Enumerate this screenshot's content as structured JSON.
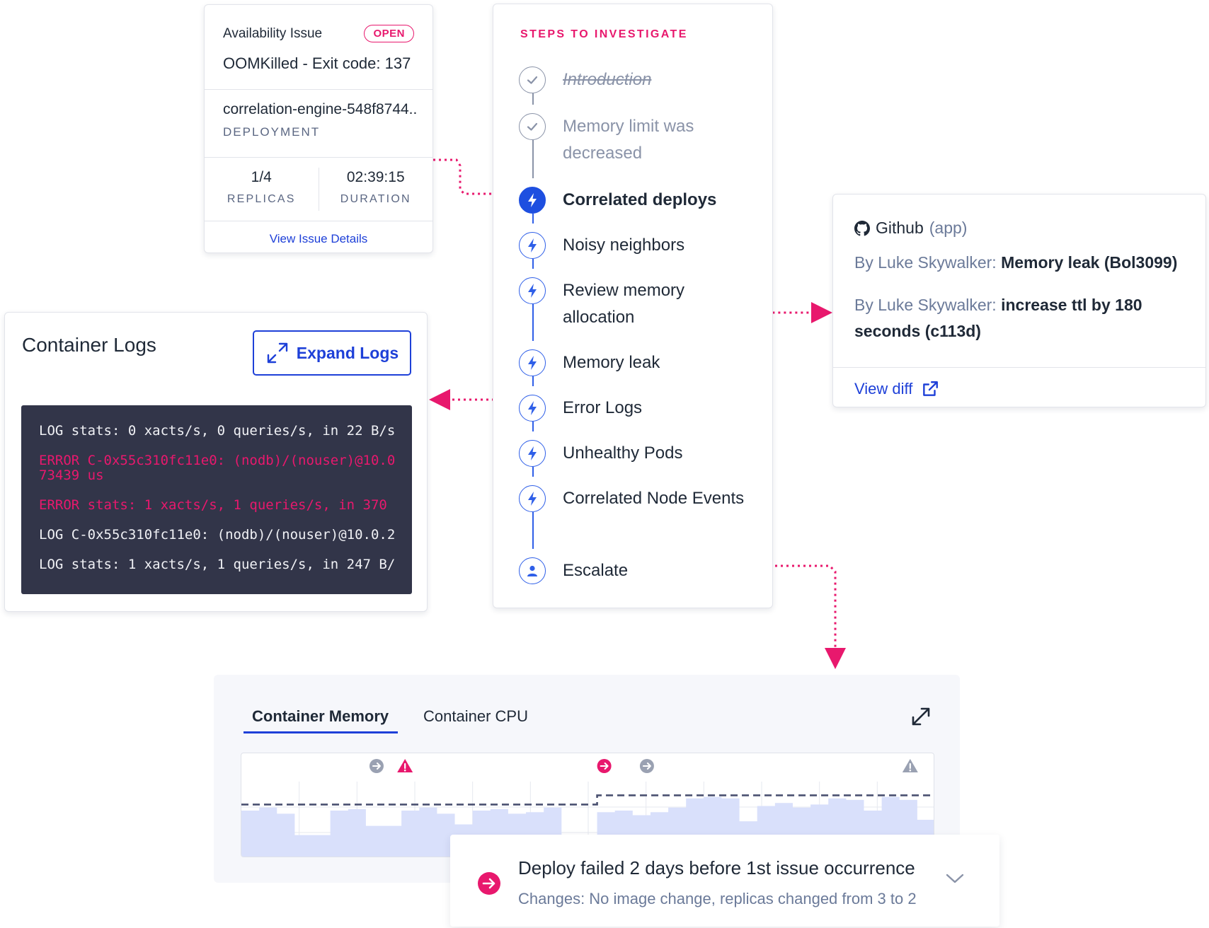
{
  "issue": {
    "category": "Availability Issue",
    "status": "OPEN",
    "reason": "OOMKilled - Exit code: 137",
    "resource_name": "correlation-engine-548f8744..",
    "resource_kind": "DEPLOYMENT",
    "replicas_value": "1/4",
    "replicas_label": "REPLICAS",
    "duration_value": "02:39:15",
    "duration_label": "DURATION",
    "details_link": "View Issue Details"
  },
  "steps": {
    "title": "STEPS TO INVESTIGATE",
    "items": [
      {
        "label": "Introduction",
        "state": "done-struck",
        "icon": "check-icon"
      },
      {
        "label": "Memory limit was decreased",
        "state": "done",
        "icon": "check-icon"
      },
      {
        "label": "Correlated deploys",
        "state": "active",
        "icon": "lightning-icon"
      },
      {
        "label": "Noisy neighbors",
        "state": "pending",
        "icon": "lightning-icon"
      },
      {
        "label": "Review memory allocation",
        "state": "pending",
        "icon": "lightning-icon"
      },
      {
        "label": "Memory leak",
        "state": "pending",
        "icon": "lightning-icon"
      },
      {
        "label": "Error Logs",
        "state": "pending",
        "icon": "lightning-icon"
      },
      {
        "label": "Unhealthy Pods",
        "state": "pending",
        "icon": "lightning-icon"
      },
      {
        "label": "Correlated Node Events",
        "state": "pending",
        "icon": "lightning-icon"
      },
      {
        "label": "Escalate",
        "state": "pending",
        "icon": "user-icon"
      }
    ]
  },
  "github": {
    "title": "Github",
    "app_tag": "(app)",
    "commits": [
      {
        "author": "By Luke Skywalker:",
        "message": "Memory leak (Bol3099)"
      },
      {
        "author": "By Luke Skywalker:",
        "message": "increase ttl by 180 seconds (c113d)"
      }
    ],
    "link": "View diff"
  },
  "logs": {
    "title": "Container Logs",
    "expand_label": "Expand Logs",
    "lines": [
      {
        "text": "LOG stats: 0 xacts/s, 0 queries/s, in 22 B/s",
        "level": "log"
      },
      {
        "text": "ERROR C-0x55c310fc11e0: (nodb)/(nouser)@10.0\n73439 us",
        "level": "error"
      },
      {
        "text": "ERROR stats: 1 xacts/s, 1 queries/s, in 370",
        "level": "error"
      },
      {
        "text": "LOG C-0x55c310fc11e0: (nodb)/(nouser)@10.0.2",
        "level": "log"
      },
      {
        "text": "LOG stats: 1 xacts/s, 1 queries/s, in 247 B/",
        "level": "log"
      }
    ]
  },
  "metrics": {
    "tabs": [
      {
        "label": "Container Memory",
        "active": true
      },
      {
        "label": "Container CPU",
        "active": false
      }
    ],
    "chart_data": {
      "type": "area",
      "x": [
        0,
        1,
        2,
        3,
        4,
        5,
        6,
        7,
        8,
        9,
        10,
        11,
        12,
        13,
        14,
        15,
        16,
        17,
        18,
        19,
        20,
        21,
        22,
        23,
        24,
        25,
        26,
        27,
        28,
        29,
        30,
        31,
        32,
        33,
        34,
        35,
        36,
        37,
        38,
        39
      ],
      "series": [
        {
          "values": [
            0.62,
            0.66,
            0.58,
            0.3,
            0.3,
            0.62,
            0.64,
            0.42,
            0.42,
            0.62,
            0.66,
            0.58,
            0.44,
            0.62,
            0.64,
            0.58,
            0.6,
            0.66,
            0.3,
            0.3,
            0.6,
            0.62,
            0.56,
            0.6,
            0.66,
            0.78,
            0.8,
            0.78,
            0.48,
            0.68,
            0.72,
            0.66,
            0.7,
            0.78,
            0.76,
            0.62,
            0.8,
            0.76,
            0.5,
            0.48
          ]
        },
        {
          "values": [
            0.7,
            0.7,
            0.7,
            0.7,
            0.7,
            0.7,
            0.7,
            0.7,
            0.7,
            0.7,
            0.7,
            0.7,
            0.7,
            0.7,
            0.7,
            0.7,
            0.7,
            0.7,
            0.7,
            0.7,
            0.82,
            0.82,
            0.82,
            0.82,
            0.82,
            0.82,
            0.82,
            0.82,
            0.82,
            0.82,
            0.82,
            0.82,
            0.82,
            0.82,
            0.82,
            0.82,
            0.82,
            0.82,
            0.82,
            0.82
          ]
        }
      ],
      "events": [
        {
          "x": 7.6,
          "kind": "deploy",
          "color": "#9aa1b2"
        },
        {
          "x": 9.2,
          "kind": "warning",
          "color": "#e8186d"
        },
        {
          "x": 20.4,
          "kind": "deploy",
          "color": "#e8186d"
        },
        {
          "x": 22.8,
          "kind": "deploy",
          "color": "#9aa1b2"
        },
        {
          "x": 37.6,
          "kind": "warning",
          "color": "#9aa1b2"
        }
      ],
      "ylim": [
        0,
        1
      ],
      "grid": true
    }
  },
  "deploy_event": {
    "title": "Deploy failed 2 days before 1st issue occurrence",
    "subtitle": "Changes: No image change, replicas changed from 3 to 2"
  },
  "colors": {
    "accent": "#1e40d8",
    "alert": "#e8186d",
    "muted": "#8a93a8",
    "area_fill": "#d9e0fb",
    "dashed_line": "#4a5070"
  }
}
